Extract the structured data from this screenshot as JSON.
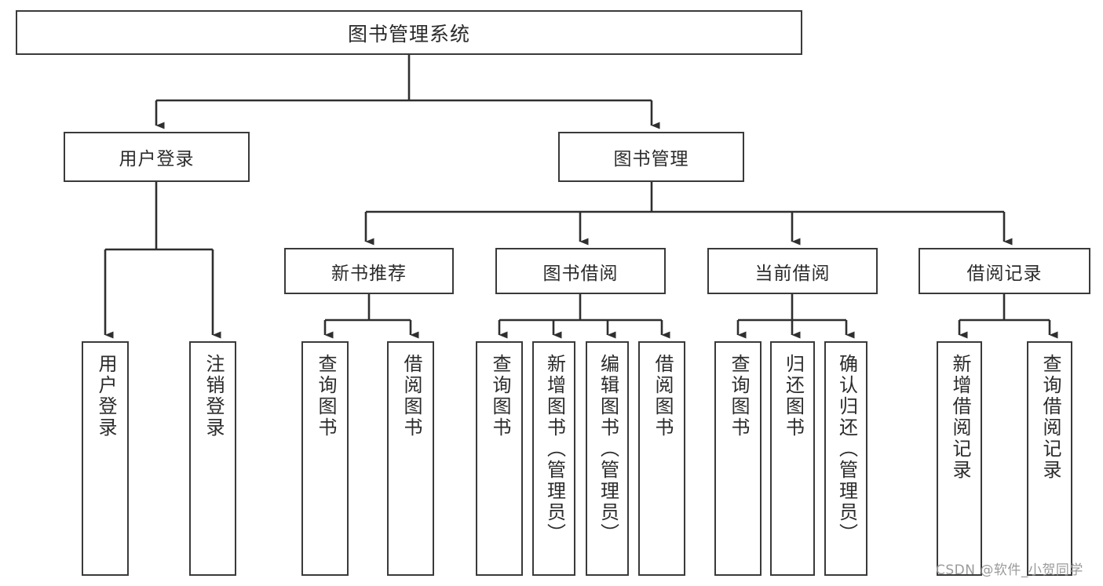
{
  "diagram": {
    "type": "tree-hierarchy",
    "title": "图书管理系统",
    "root": {
      "label": "图书管理系统"
    },
    "level2": [
      {
        "label": "用户登录"
      },
      {
        "label": "图书管理"
      }
    ],
    "level3": [
      {
        "label": "新书推荐"
      },
      {
        "label": "图书借阅"
      },
      {
        "label": "当前借阅"
      },
      {
        "label": "借阅记录"
      }
    ],
    "leaves": {
      "user_login": [
        "用户登录",
        "注销登录"
      ],
      "new_book_recommend": [
        "查询图书",
        "借阅图书"
      ],
      "book_borrow": [
        "查询图书",
        "新增图书（管理员）",
        "编辑图书（管理员）",
        "借阅图书"
      ],
      "current_borrow": [
        "查询图书",
        "归还图书",
        "确认归还（管理员）"
      ],
      "borrow_record": [
        "新增借阅记录",
        "查询借阅记录"
      ]
    },
    "colors": {
      "stroke": "#3a3a3a",
      "fill": "#ffffff",
      "text": "#2b2b2b",
      "watermark": "#9a9a9a"
    }
  },
  "watermark": {
    "text": "CSDN @软件_小贺同学"
  }
}
